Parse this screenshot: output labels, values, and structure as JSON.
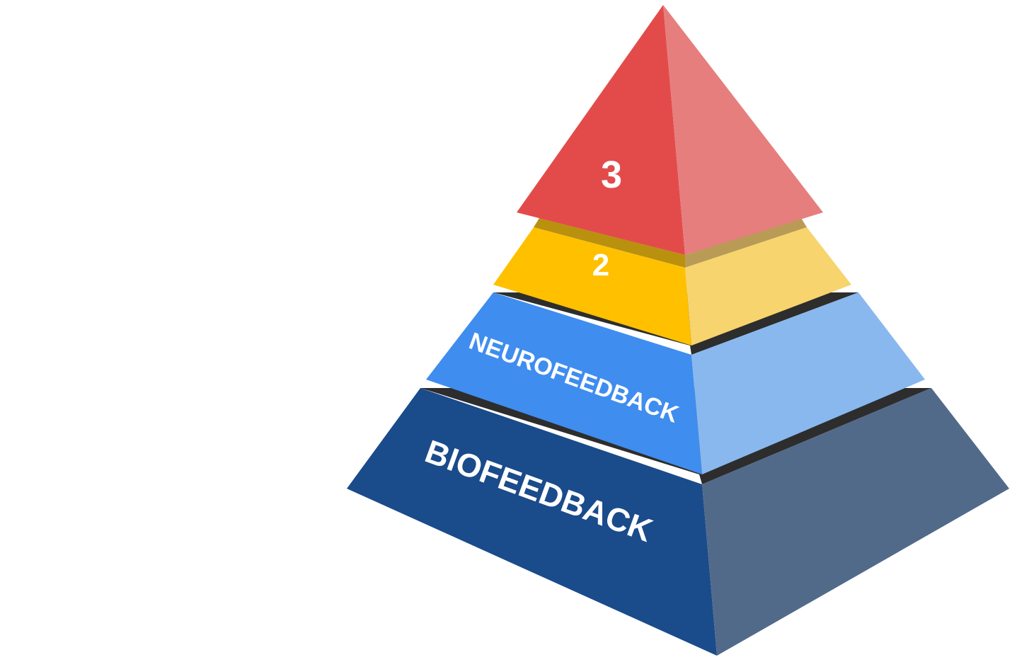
{
  "diagram": {
    "layers": [
      {
        "label": "BIOFEEDBACK",
        "colors": {
          "front": "#1A4B8B",
          "side": "#526A8A",
          "edge": "#2D2D2D"
        }
      },
      {
        "label": "NEUROFEEDBACK",
        "colors": {
          "front": "#3F8DEF",
          "side": "#89B8EF",
          "edge": "#2D2D2D"
        }
      },
      {
        "label": "2",
        "colors": {
          "front": "#FFC000",
          "side": "#F7D46E",
          "edge": "#B9910F",
          "edge_side": "#B99B55"
        }
      },
      {
        "label": "3",
        "colors": {
          "front": "#E34B4B",
          "side": "#E67E7D"
        }
      }
    ]
  }
}
